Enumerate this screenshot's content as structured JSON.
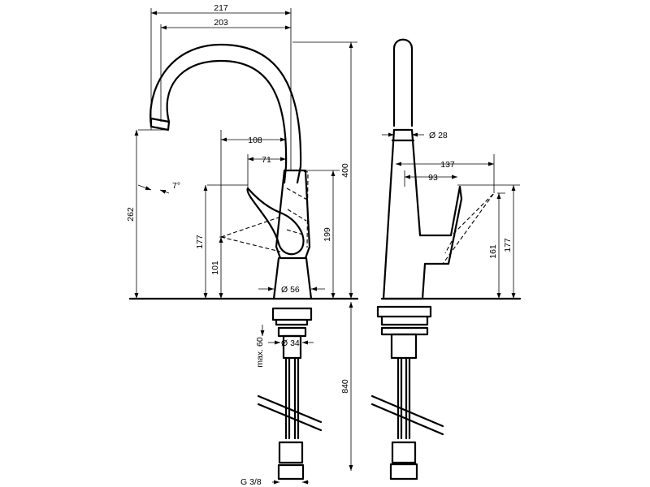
{
  "dimensions": {
    "d217": "217",
    "d203": "203",
    "d108": "108",
    "d71": "71",
    "d400": "400",
    "d262": "262",
    "d7deg": "7°",
    "d177L": "177",
    "d101": "101",
    "d199": "199",
    "d56": "Ø 56",
    "d60": "max. 60",
    "d34": "Ø 34",
    "d840": "840",
    "dG38": "G 3/8",
    "d28": "Ø 28",
    "d137": "137",
    "d93": "93",
    "d161": "161",
    "d177R": "177"
  }
}
